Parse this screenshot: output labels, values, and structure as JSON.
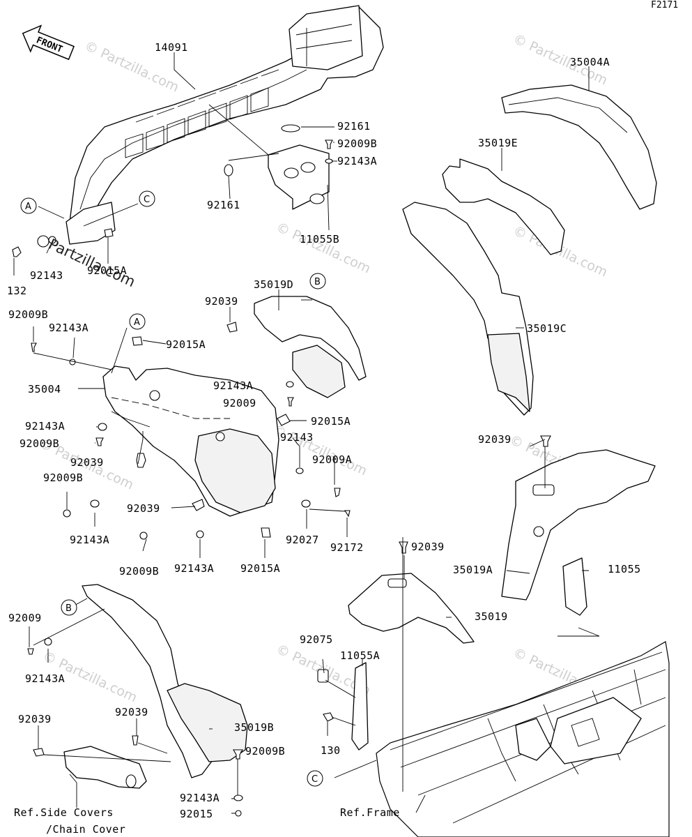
{
  "figure_code": "F2171",
  "front_label": "FRONT",
  "watermark": "Partzilla.com",
  "watermarks_faint": [
    "© Partzilla.com",
    "© Partzilla.com",
    "© Partzilla.com",
    "© Partzilla.com",
    "© Partzilla.com",
    "© Partzilla.com",
    "© Partzilla.com",
    "© Partzilla.com",
    "© Partzilla.com",
    "© Partzilla.com"
  ],
  "callouts": {
    "a1": "A",
    "a2": "A",
    "b1": "B",
    "b2": "B",
    "c1": "C",
    "c2": "C"
  },
  "labels": {
    "p14091": "14091",
    "p35004A": "35004A",
    "p92161_a": "92161",
    "p92009B_a": "92009B",
    "p92143A_a": "92143A",
    "p35019E": "35019E",
    "p92161_b": "92161",
    "p11055B": "11055B",
    "p92143_a": "92143",
    "p92015A_a": "92015A",
    "p132": "132",
    "p35019D": "35019D",
    "p92039_a": "92039",
    "p35019C": "35019C",
    "p92009B_b": "92009B",
    "p92143A_b": "92143A",
    "p92015A_b": "92015A",
    "p35004": "35004",
    "p92143A_c": "92143A",
    "p92009_a": "92009",
    "p92143A_d": "92143A",
    "p92009B_c": "92009B",
    "p92015A_c": "92015A",
    "p92143_b": "92143",
    "p92039_b": "92039",
    "p92009A": "92009A",
    "p92009B_d": "92009B",
    "p92039_c": "92039",
    "p92143A_e": "92143A",
    "p92027": "92027",
    "p92172": "92172",
    "p92009B_e": "92009B",
    "p92143A_f": "92143A",
    "p92015A_d": "92015A",
    "p92039_d": "92039",
    "p92039_e": "92039",
    "p35019A": "35019A",
    "p11055": "11055",
    "p35019": "35019",
    "p92009_b": "92009",
    "p92143A_g": "92143A",
    "p92075": "92075",
    "p11055A": "11055A",
    "p35019B": "35019B",
    "p92039_f": "92039",
    "p92039_g": "92039",
    "p92009B_f": "92009B",
    "p130": "130",
    "p92143A_h": "92143A",
    "p92015": "92015",
    "ref_side_1": "Ref.Side Covers",
    "ref_side_2": "/Chain Cover",
    "ref_frame": "Ref.Frame"
  }
}
